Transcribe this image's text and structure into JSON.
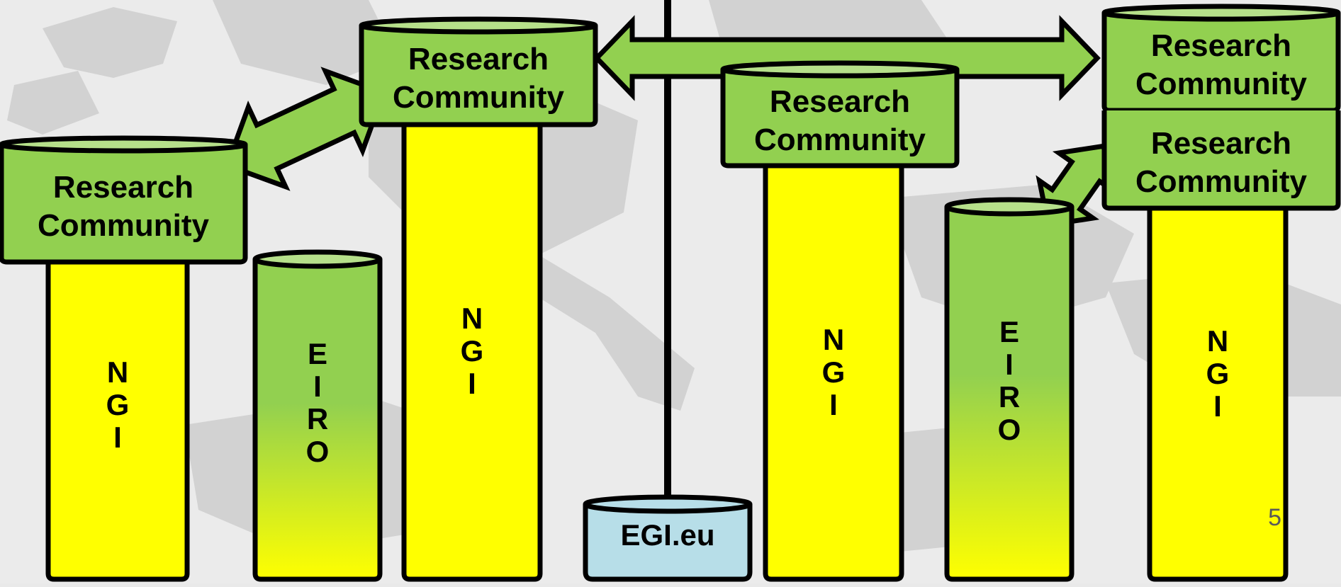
{
  "slide": {
    "page_number": "5",
    "colors": {
      "background": "#e9e9e9",
      "map_land": "#cfcfcf",
      "ngi_fill": "#ffff00",
      "eiro_top": "#92d050",
      "eiro_bottom": "#ffff00",
      "community_fill": "#92d050",
      "community_top": "#b6e08a",
      "egi_fill": "#b7dee8",
      "outline": "#000000"
    }
  },
  "pillars": [
    {
      "label": "NGI",
      "letters": [
        "N",
        "G",
        "I"
      ],
      "kind": "ngi"
    },
    {
      "label": "EIRO",
      "letters": [
        "E",
        "I",
        "R",
        "O"
      ],
      "kind": "eiro"
    },
    {
      "label": "NGI",
      "letters": [
        "N",
        "G",
        "I"
      ],
      "kind": "ngi"
    },
    {
      "label": "NGI",
      "letters": [
        "N",
        "G",
        "I"
      ],
      "kind": "ngi"
    },
    {
      "label": "EIRO",
      "letters": [
        "E",
        "I",
        "R",
        "O"
      ],
      "kind": "eiro"
    },
    {
      "label": "NGI",
      "letters": [
        "N",
        "G",
        "I"
      ],
      "kind": "ngi"
    }
  ],
  "communities": [
    {
      "line1": "Research",
      "line2": "Community"
    },
    {
      "line1": "Research",
      "line2": "Community"
    },
    {
      "line1": "Research",
      "line2": "Community"
    },
    {
      "line1": "Research",
      "line2": "Community"
    },
    {
      "line1": "Research",
      "line2": "Community"
    }
  ],
  "hub": {
    "label": "EGI.eu"
  },
  "arrows": [
    {
      "name": "arrow-community-1-to-2",
      "direction": "bidirectional"
    },
    {
      "name": "arrow-community-2-to-5",
      "direction": "bidirectional"
    },
    {
      "name": "arrow-eiro-to-community-4",
      "direction": "bidirectional"
    }
  ]
}
